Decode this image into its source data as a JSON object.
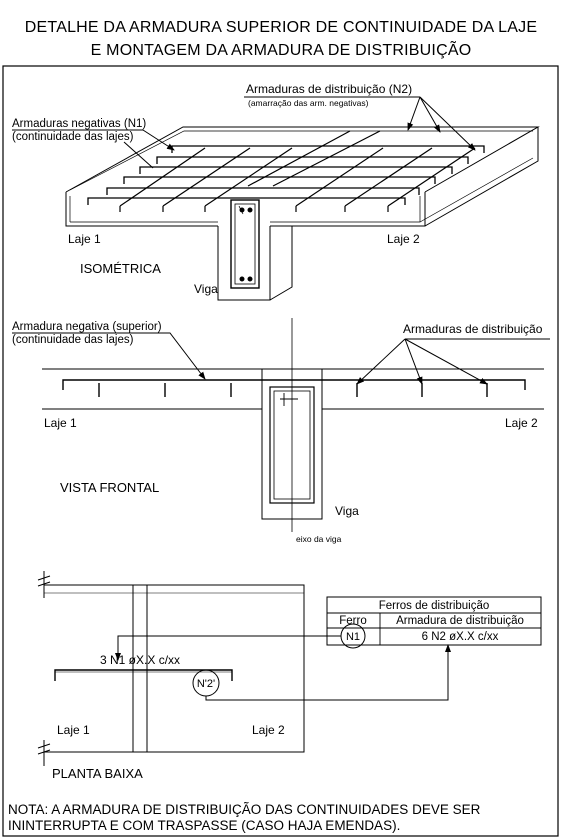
{
  "title": {
    "line1": "DETALHE DA ARMADURA SUPERIOR DE CONTINUIDADE DA LAJE",
    "line2": "E MONTAGEM DA ARMADURA DE DISTRIBUIÇÃO"
  },
  "isometric": {
    "n2_label": "Armaduras de distribuição (N2)",
    "n2_sub": "(amarração das arm. negativas)",
    "n1_label": "Armaduras negativas (N1)",
    "n1_sub": "(continuidade das lajes)",
    "laje1": "Laje 1",
    "laje2": "Laje 2",
    "view_title": "ISOMÉTRICA",
    "viga": "Viga"
  },
  "frontal": {
    "neg_label": "Armadura negativa (superior)",
    "neg_sub": "(continuidade das lajes)",
    "dist_label": "Armaduras de distribuição",
    "laje1": "Laje 1",
    "laje2": "Laje 2",
    "view_title": "VISTA FRONTAL",
    "viga": "Viga",
    "axis": "eixo da viga"
  },
  "plan": {
    "bar_label": "3 N1 øX.X c/xx",
    "n1_tag": "N1",
    "n2_tag": "N'2'",
    "laje1": "Laje 1",
    "laje2": "Laje 2",
    "view_title": "PLANTA BAIXA",
    "table": {
      "title": "Ferros de distribuição",
      "col1": "Ferro",
      "col2": "Armadura de distribuição",
      "cell1": "N1",
      "cell2": "6 N2 øX.X c/xx"
    }
  },
  "note": {
    "line1": "NOTA: A ARMADURA DE DISTRIBUIÇÃO DAS CONTINUIDADES DEVE SER",
    "line2": "ININTERRUPTA E COM TRASPASSE (CASO HAJA EMENDAS)."
  }
}
